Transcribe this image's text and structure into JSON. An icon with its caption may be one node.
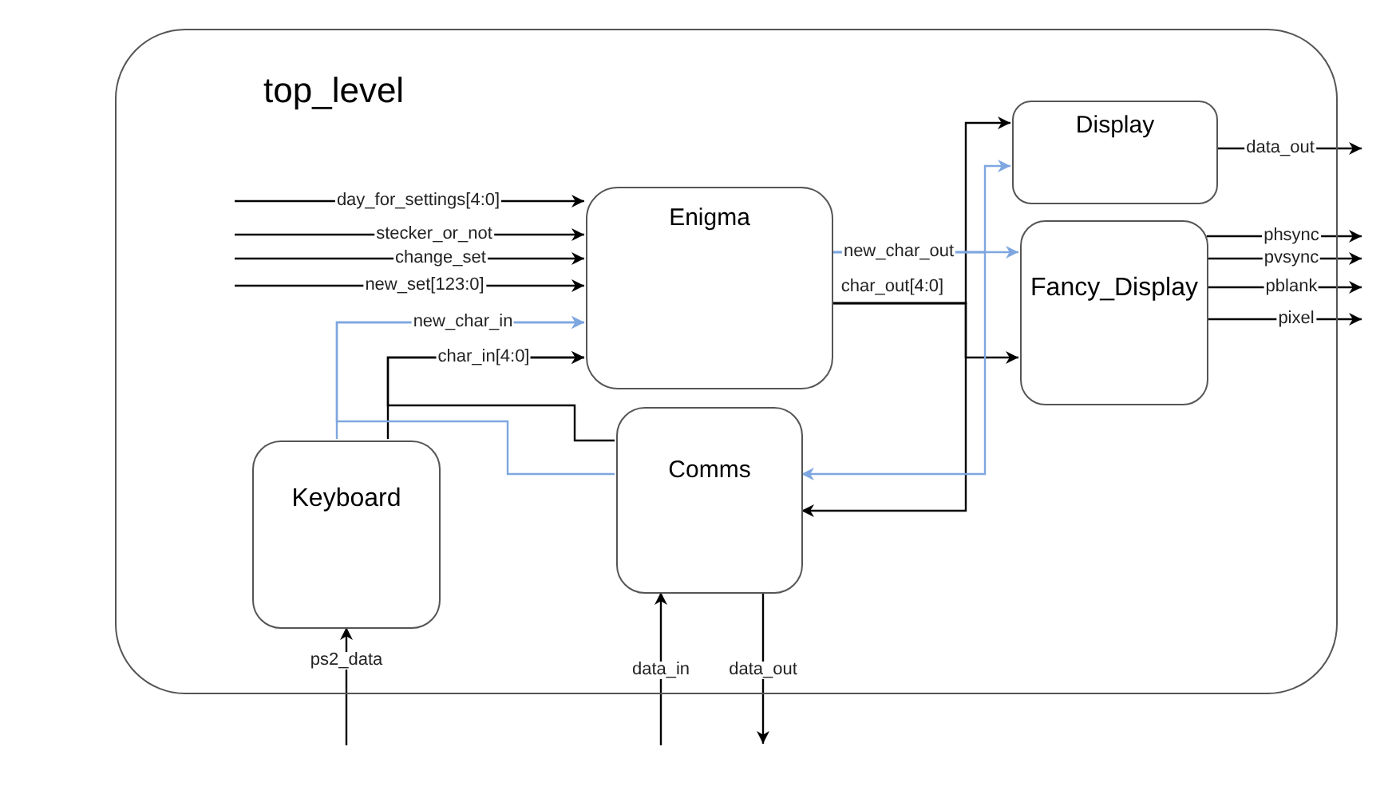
{
  "diagram": {
    "nodes": [
      {
        "text": [
          "top_level"
        ]
      },
      {
        "text": [
          "Enigma"
        ],
        "in": 0
      },
      {
        "text": [
          "Display"
        ],
        "in": 0
      },
      {
        "text": [
          "Fancy_Display"
        ],
        "in": 0
      },
      {
        "text": [
          "Keyboard"
        ],
        "in": 0
      },
      {
        "text": [
          "Comms"
        ],
        "in": 0
      }
    ],
    "edges": [
      {
        "from": null,
        "to": 1,
        "arrow": "to",
        "label": "day_for_settings[4:0]"
      },
      {
        "from": null,
        "to": 1,
        "arrow": "to",
        "label": "stecker_or_not"
      },
      {
        "from": null,
        "to": 1,
        "arrow": "to",
        "label": "change_set"
      },
      {
        "from": null,
        "to": 1,
        "arrow": "to",
        "label": "new_set[123:0]"
      },
      {
        "from": 4,
        "to": 1,
        "arrow": "to",
        "label": "new_char_in",
        "color": "#7ea6e0"
      },
      {
        "from": 4,
        "to": 1,
        "arrow": "to",
        "label": "char_in[4:0]"
      },
      {
        "from": 5,
        "to": 1,
        "arrow": "to",
        "color": "#7ea6e0"
      },
      {
        "from": 5,
        "to": 1,
        "arrow": "to"
      },
      {
        "from": 1,
        "to": 2,
        "arrow": "to",
        "label": "char_out[4:0]"
      },
      {
        "from": 1,
        "to": 3,
        "arrow": "to"
      },
      {
        "from": 1,
        "to": 5,
        "arrow": "to"
      },
      {
        "from": 1,
        "to": 3,
        "arrow": "to",
        "label": "new_char_out",
        "color": "#7ea6e0"
      },
      {
        "from": 1,
        "to": 2,
        "arrow": "to",
        "color": "#7ea6e0"
      },
      {
        "from": 1,
        "to": 5,
        "arrow": "to",
        "color": "#7ea6e0"
      },
      {
        "from": 2,
        "to": null,
        "arrow": "to",
        "label": "data_out"
      },
      {
        "from": 3,
        "to": null,
        "arrow": "to",
        "label": "phsync"
      },
      {
        "from": 3,
        "to": null,
        "arrow": "to",
        "label": "pvsync"
      },
      {
        "from": 3,
        "to": null,
        "arrow": "to",
        "label": "pblank"
      },
      {
        "from": 3,
        "to": null,
        "arrow": "to",
        "label": "pixel"
      },
      {
        "from": null,
        "to": 4,
        "arrow": "to",
        "label": "ps2_data"
      },
      {
        "from": null,
        "to": 5,
        "arrow": "to",
        "label": "data_in"
      },
      {
        "from": 5,
        "to": null,
        "arrow": "to",
        "label": "data_out"
      }
    ]
  }
}
